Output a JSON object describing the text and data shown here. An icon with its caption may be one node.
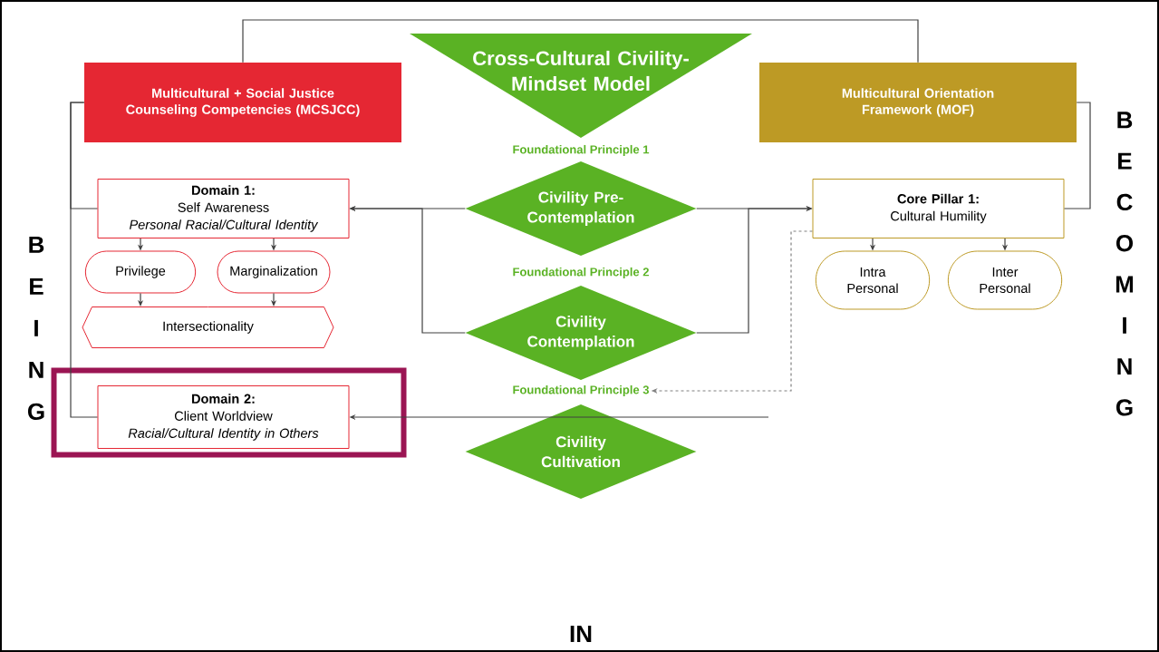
{
  "diagram": {
    "nodes": [
      {
        "text": [
          "Cross-Cultural Civility-Mindset Model"
        ]
      },
      {
        "text": [
          "Multicultural + Social Justice Counseling Competencies (MCSJCC)"
        ]
      },
      {
        "text": [
          "Multicultural Orientation Framework (MOF)"
        ]
      },
      {
        "text": [
          "Domain 1:",
          "Self Awareness",
          "Personal Racial/Cultural Identity"
        ]
      },
      {
        "text": [
          "Privilege"
        ]
      },
      {
        "text": [
          "Marginalization"
        ]
      },
      {
        "text": [
          "Intersectionality"
        ]
      },
      {
        "text": [],
        "shape": "box"
      },
      {
        "text": [
          "Domain 2:",
          "Client Worldview",
          "Racial/Cultural Identity in Others"
        ],
        "in": 7
      },
      {
        "text": [
          "Civility Pre-Contemplation"
        ]
      },
      {
        "text": [
          "Civility Contemplation"
        ]
      },
      {
        "text": [
          "Foundational Principle 3"
        ]
      },
      {
        "text": [
          "Civility Cultivation"
        ]
      },
      {
        "text": [
          "Core Pillar 1:",
          "Cultural Humility"
        ]
      },
      {
        "text": [
          "Intra Personal"
        ]
      },
      {
        "text": [
          "Inter Personal"
        ]
      }
    ],
    "edges": [
      {
        "from": 1,
        "to": 2,
        "arrow": "none"
      },
      {
        "from": 1,
        "to": 3,
        "arrow": "none"
      },
      {
        "from": 1,
        "to": 8,
        "arrow": "none"
      },
      {
        "from": 2,
        "to": 13,
        "arrow": "none"
      },
      {
        "from": 3,
        "to": 4,
        "arrow": "to"
      },
      {
        "from": 3,
        "to": 5,
        "arrow": "to"
      },
      {
        "from": 4,
        "to": 6,
        "arrow": "to"
      },
      {
        "from": 5,
        "to": 6,
        "arrow": "to"
      },
      {
        "from": 9,
        "to": 3,
        "arrow": "to"
      },
      {
        "from": 10,
        "to": 3,
        "arrow": "to"
      },
      {
        "from": 9,
        "to": 13,
        "arrow": "to"
      },
      {
        "from": 10,
        "to": 13,
        "arrow": "to"
      },
      {
        "from": null,
        "to": 8,
        "arrow": "to"
      },
      {
        "from": 13,
        "to": 11,
        "arrow": "to",
        "style": "dashed",
        "color": "#808080"
      },
      {
        "from": 13,
        "to": 14,
        "arrow": "to"
      },
      {
        "from": 13,
        "to": 15,
        "arrow": "to"
      }
    ],
    "labels": [
      "Foundational Principle 1",
      "Foundational Principle 2",
      "BEING",
      "BECOMING",
      "IN"
    ]
  }
}
